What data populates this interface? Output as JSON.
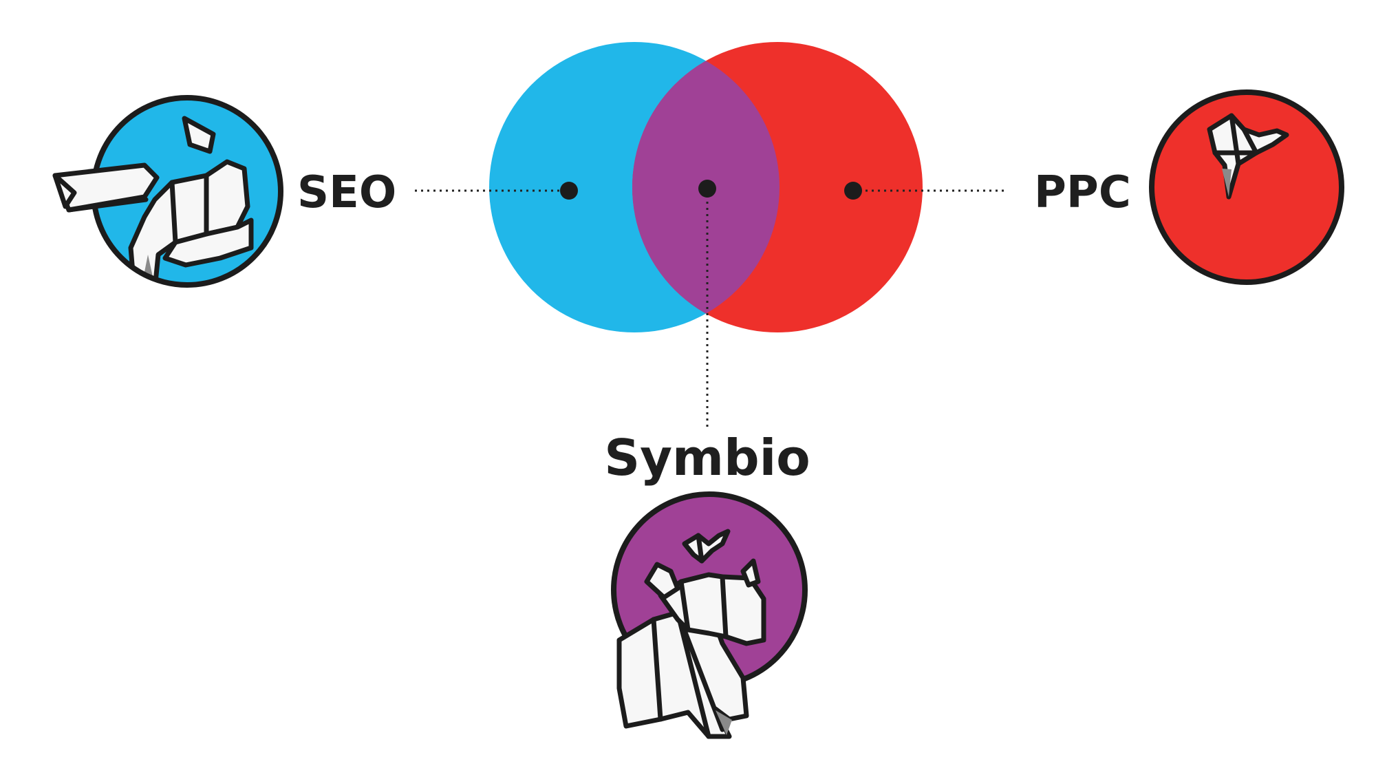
{
  "labels": {
    "left": "SEO",
    "right": "PPC",
    "bottom": "Symbio"
  },
  "colors": {
    "seo": "#21b7e9",
    "ppc": "#ee302b",
    "overlap": "#a04196",
    "ink": "#1c1c1c"
  },
  "icons": {
    "seo": "origami-rhino-icon",
    "ppc": "origami-bird-icon",
    "symbio": "origami-rhino-with-bird-icon"
  }
}
